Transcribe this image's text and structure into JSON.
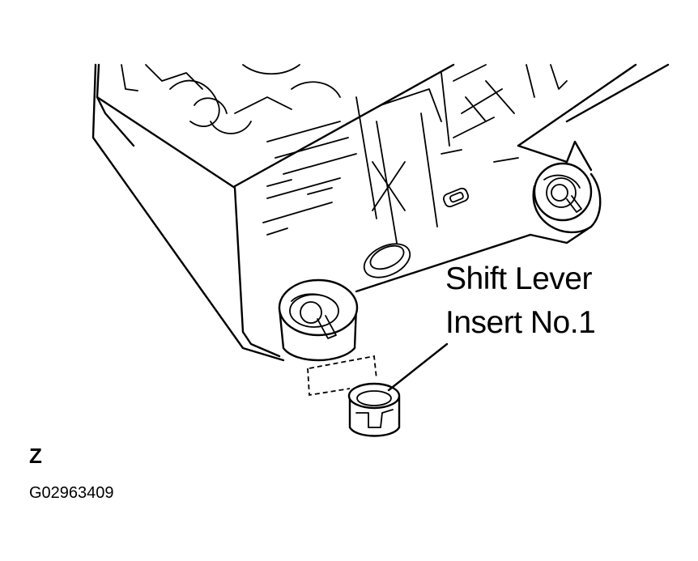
{
  "callout": {
    "line1": "Shift Lever",
    "line2": "Insert No.1"
  },
  "view_letter": "Z",
  "figure_id": "G02963409"
}
